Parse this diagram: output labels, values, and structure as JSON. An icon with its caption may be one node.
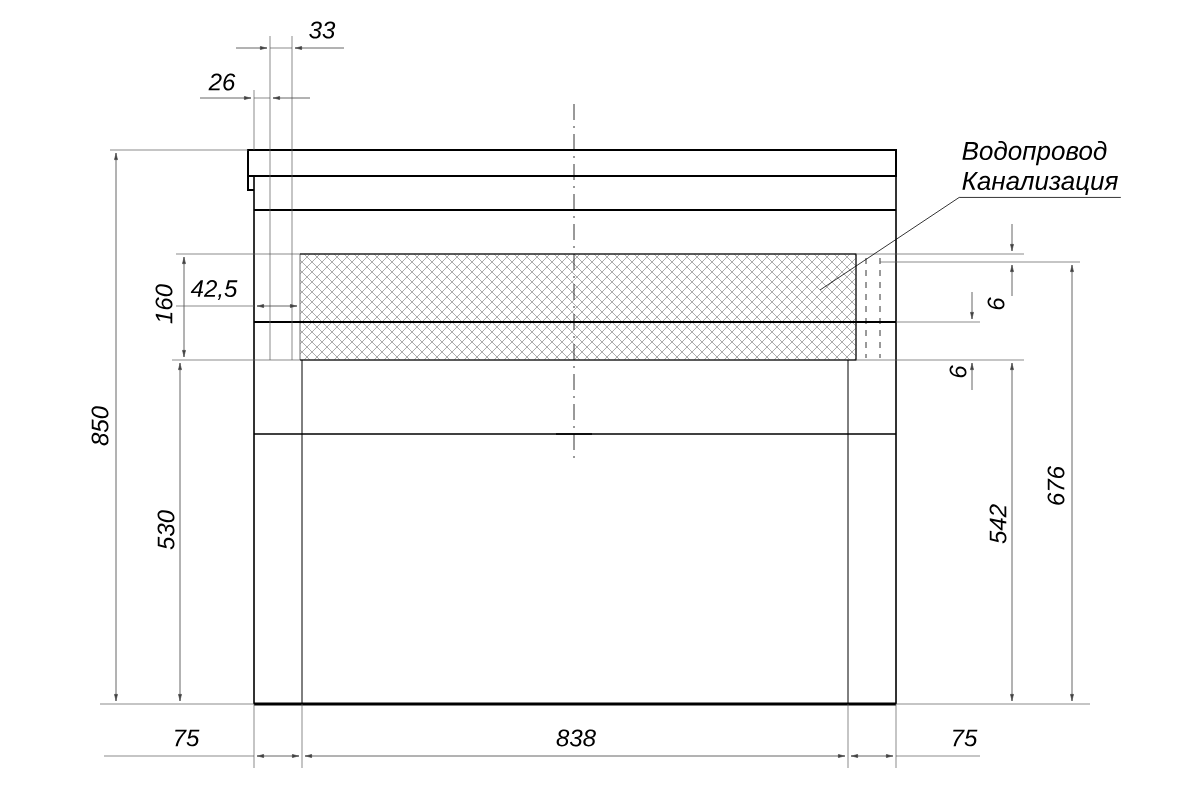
{
  "diagram": {
    "nodes": [
      {
        "text": [
          "Водопровод",
          "Канализация"
        ]
      },
      {
        "text": [],
        "shape": "box"
      }
    ],
    "edges": [
      {
        "from": 0,
        "to": 1,
        "arrow": "none"
      }
    ],
    "labels": [
      "33",
      "26",
      "850",
      "160",
      "42,5",
      "530",
      "6",
      "6",
      "542",
      "676",
      "75",
      "838",
      "75"
    ]
  }
}
